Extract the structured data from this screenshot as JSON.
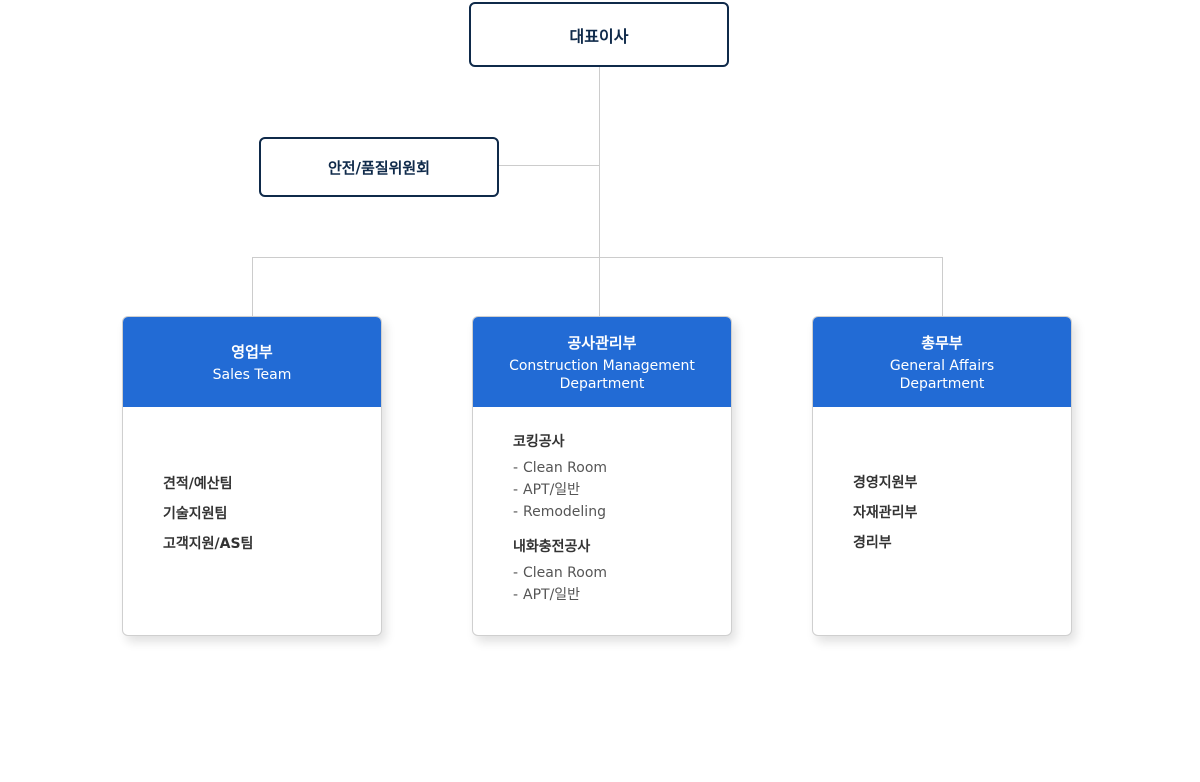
{
  "ceo": {
    "label": "대표이사"
  },
  "committee": {
    "label": "안전/품질위원회"
  },
  "departments": [
    {
      "name_kr": "영업부",
      "name_en": "Sales Team",
      "items": [
        "견적/예산팀",
        "기술지원팀",
        "고객지원/AS팀"
      ]
    },
    {
      "name_kr": "공사관리부",
      "name_en_line1": "Construction Management",
      "name_en_line2": "Department",
      "groups": [
        {
          "title": "코킹공사",
          "items": [
            "Clean Room",
            "APT/일반",
            "Remodeling"
          ]
        },
        {
          "title": "내화충전공사",
          "items": [
            "Clean Room",
            "APT/일반"
          ]
        }
      ]
    },
    {
      "name_kr": "총무부",
      "name_en_line1": "General Affairs",
      "name_en_line2": "Department",
      "items": [
        "경영지원부",
        "자재관리부",
        "경리부"
      ]
    }
  ],
  "bullet": "-",
  "colors": {
    "dept_header": "#226bd5",
    "top_border": "#0f2a4a",
    "connector": "#cccccc"
  }
}
